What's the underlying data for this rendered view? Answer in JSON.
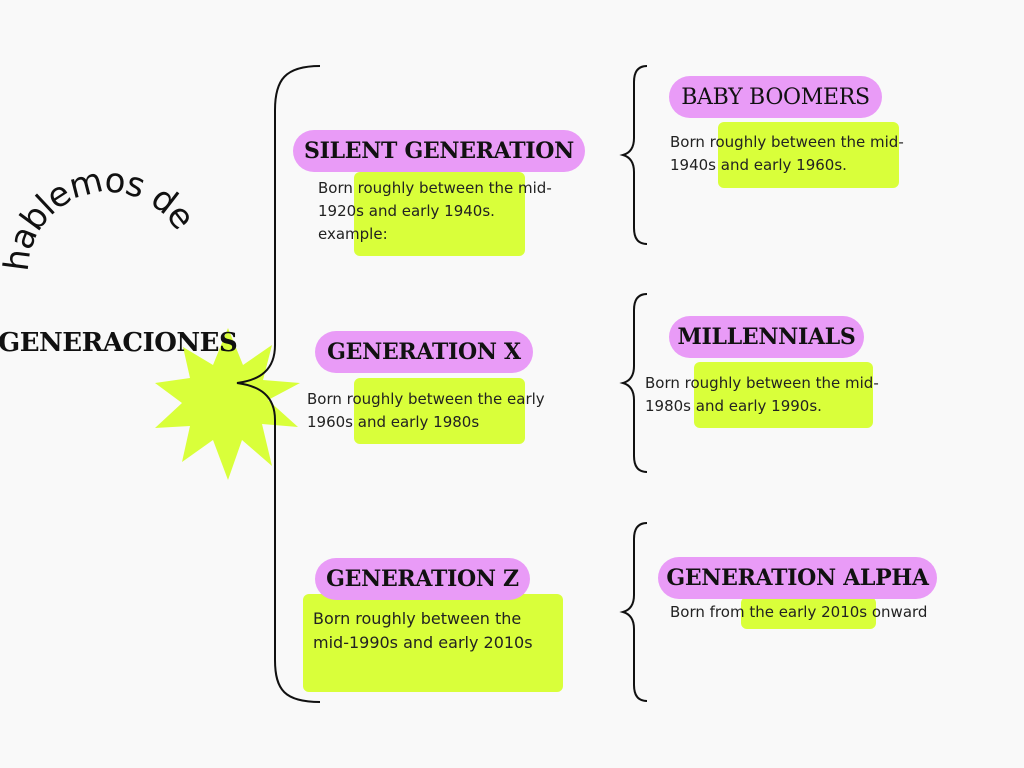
{
  "title_curved": "hablemos de",
  "title_main": "GENERACIONES",
  "colors": {
    "pill": "#e99bf7",
    "highlight": "#d9ff3a",
    "background": "#f9f9f9"
  },
  "generations": [
    {
      "name": "SILENT GENERATION",
      "desc": "Born roughly between the mid- 1920s and early 1940s. example:"
    },
    {
      "name": "GENERATION X",
      "desc": "Born roughly between the early 1960s and early 1980s"
    },
    {
      "name": "GENERATION Z",
      "desc": "Born roughly between the mid-1990s and early 2010s"
    },
    {
      "name": "BABY BOOMERS",
      "desc": "Born roughly between the mid-1940s and early 1960s."
    },
    {
      "name": "MILLENNIALS",
      "desc": "Born roughly between the mid-1980s and early 1990s."
    },
    {
      "name": "GENERATION ALPHA",
      "desc": "Born from the early 2010s onward"
    }
  ]
}
